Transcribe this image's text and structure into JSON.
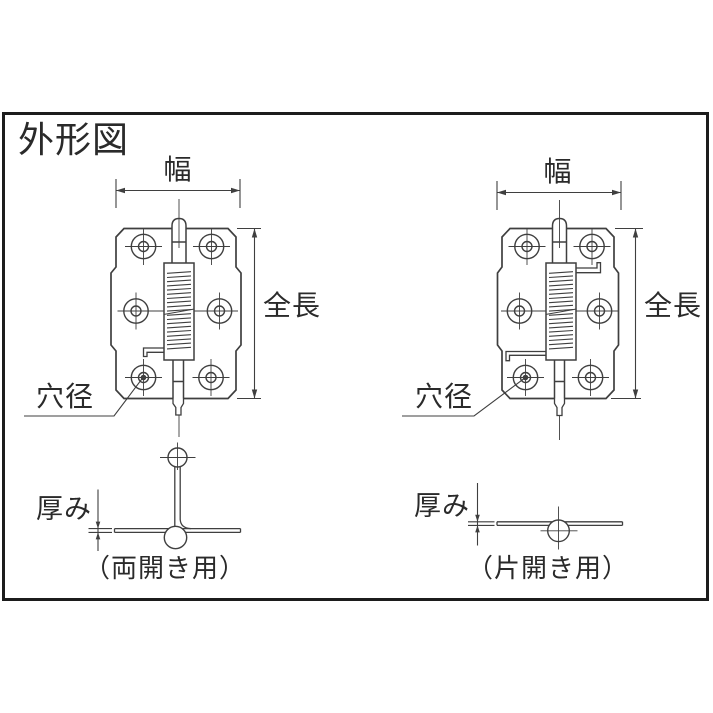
{
  "title": "外形図",
  "colors": {
    "line": "#3f3f3f",
    "text": "#2a2a2a",
    "border": "#1c1c1c",
    "background": "#ffffff"
  },
  "left_view": {
    "width_label": "幅",
    "length_label": "全長",
    "hole_label": "穴径",
    "thickness_label": "厚み",
    "caption": "（両開き用）"
  },
  "right_view": {
    "width_label": "幅",
    "length_label": "全長",
    "hole_label": "穴径",
    "thickness_label": "厚み",
    "caption": "（片開き用）"
  }
}
